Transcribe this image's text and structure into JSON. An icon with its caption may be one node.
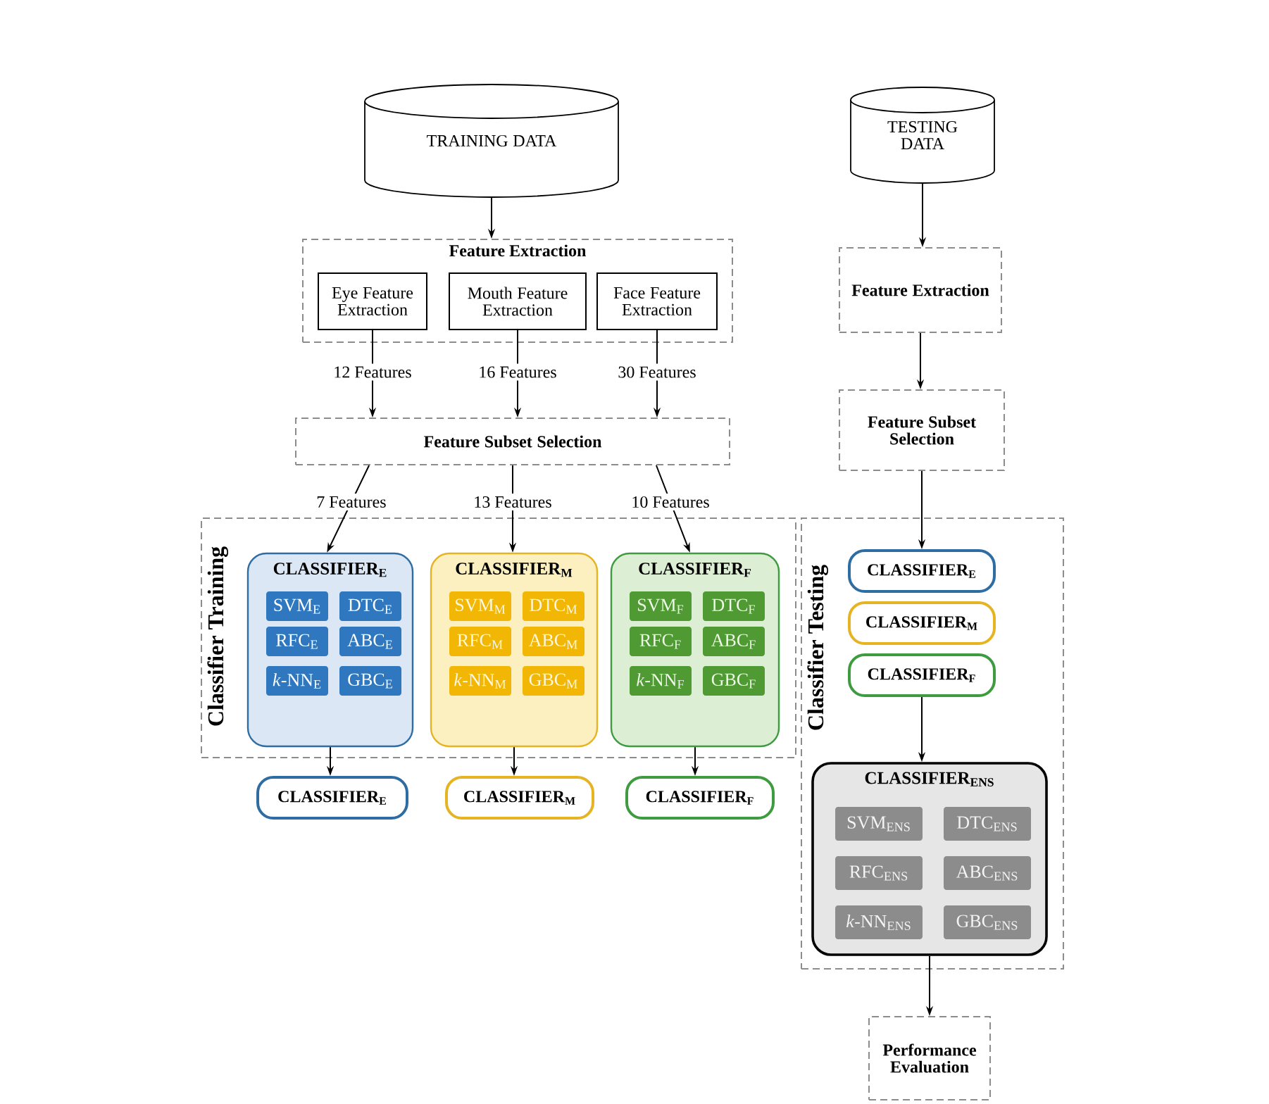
{
  "diagram": {
    "nodes": [
      {
        "text": [
          "TRAINING DATA"
        ]
      },
      {
        "text": [
          "Feature Extraction"
        ]
      },
      {
        "text": [
          "Eye Feature Extraction"
        ],
        "in": 1
      },
      {
        "text": [
          "Mouth Feature Extraction"
        ],
        "in": 1
      },
      {
        "text": [
          "Face Feature Extraction"
        ],
        "in": 1
      },
      {
        "text": [
          "Feature Subset Selection"
        ]
      },
      {
        "text": [
          "Classifier Training"
        ]
      },
      {
        "text": [
          "CLASSIFIER$_{E}$"
        ],
        "in": 6
      },
      {
        "text": [
          "SVM$_{E}$"
        ],
        "in": 7
      },
      {
        "text": [
          "DTC$_{E}$"
        ],
        "in": 7
      },
      {
        "text": [
          "RFC$_{E}$"
        ],
        "in": 7
      },
      {
        "text": [
          "ABC$_{E}$"
        ],
        "in": 7
      },
      {
        "text": [
          "*k*-NN$_{E}$"
        ],
        "in": 7
      },
      {
        "text": [
          "GBC$_{E}$"
        ],
        "in": 7
      },
      {
        "text": [
          "CLASSIFIER$_{M}$"
        ],
        "in": 6
      },
      {
        "text": [
          "SVM$_{M}$"
        ],
        "in": 14
      },
      {
        "text": [
          "DTC$_{M}$"
        ],
        "in": 14
      },
      {
        "text": [
          "RFC$_{M}$"
        ],
        "in": 14
      },
      {
        "text": [
          "ABC$_{M}$"
        ],
        "in": 14
      },
      {
        "text": [
          "*k*-NN$_{M}$"
        ],
        "in": 14
      },
      {
        "text": [
          "GBC$_{M}$"
        ],
        "in": 14
      },
      {
        "text": [
          "CLASSIFIER$_{F}$"
        ],
        "in": 6
      },
      {
        "text": [
          "SVM$_{F}$"
        ],
        "in": 21
      },
      {
        "text": [
          "DTC$_{F}$"
        ],
        "in": 21
      },
      {
        "text": [
          "RFC$_{F}$"
        ],
        "in": 21
      },
      {
        "text": [
          "ABC$_{F}$"
        ],
        "in": 21
      },
      {
        "text": [
          "*k*-NN$_{F}$"
        ],
        "in": 21
      },
      {
        "text": [
          "GBC$_{F}$"
        ],
        "in": 21
      },
      {
        "text": [
          "CLASSIFIER$_{E}$"
        ]
      },
      {
        "text": [
          "CLASSIFIER$_{M}$"
        ]
      },
      {
        "text": [
          "CLASSIFIER$_{F}$"
        ]
      },
      {
        "text": [
          "TESTING DATA"
        ]
      },
      {
        "text": [
          "Feature Extraction"
        ]
      },
      {
        "text": [
          "Feature Subset Selection"
        ]
      },
      {
        "text": [
          "Classifier Testing"
        ]
      },
      {
        "text": [
          "CLASSIFIER$_{E}$"
        ],
        "in": 34
      },
      {
        "text": [
          "CLASSIFIER$_{M}$"
        ],
        "in": 34
      },
      {
        "text": [
          "CLASSIFIER$_{F}$"
        ],
        "in": 34
      },
      {
        "text": [
          "CLASSIFIER$_{ENS}$"
        ],
        "in": 34
      },
      {
        "text": [
          "SVM$_{ENS}$"
        ],
        "in": 38
      },
      {
        "text": [
          "DTC$_{ENS}$"
        ],
        "in": 38
      },
      {
        "text": [
          "RFC$_{ENS}$"
        ],
        "in": 38
      },
      {
        "text": [
          "ABC$_{ENS}$"
        ],
        "in": 38
      },
      {
        "text": [
          "*k*-NN$_{ENS}$"
        ],
        "in": 38
      },
      {
        "text": [
          "GBC$_{ENS}$"
        ],
        "in": 38
      },
      {
        "text": [
          "Performance Evaluation"
        ]
      }
    ],
    "edges": [
      {
        "from": 0,
        "to": 1,
        "arrow": "to"
      },
      {
        "from": 2,
        "to": 5,
        "arrow": "to",
        "label": "12 Features"
      },
      {
        "from": 3,
        "to": 5,
        "arrow": "to",
        "label": "16 Features"
      },
      {
        "from": 4,
        "to": 5,
        "arrow": "to",
        "label": "30 Features"
      },
      {
        "from": 5,
        "to": 7,
        "arrow": "to",
        "label": "7 Features"
      },
      {
        "from": 5,
        "to": 14,
        "arrow": "to",
        "label": "13 Features"
      },
      {
        "from": 5,
        "to": 21,
        "arrow": "to",
        "label": "10 Features"
      },
      {
        "from": 7,
        "to": 28,
        "arrow": "to"
      },
      {
        "from": 14,
        "to": 29,
        "arrow": "to"
      },
      {
        "from": 21,
        "to": 30,
        "arrow": "to"
      },
      {
        "from": 31,
        "to": 32,
        "arrow": "to"
      },
      {
        "from": 32,
        "to": 33,
        "arrow": "to"
      },
      {
        "from": 33,
        "to": 35,
        "arrow": "to"
      },
      {
        "from": 37,
        "to": 38,
        "arrow": "to"
      },
      {
        "from": 38,
        "to": 45,
        "arrow": "to"
      }
    ]
  }
}
